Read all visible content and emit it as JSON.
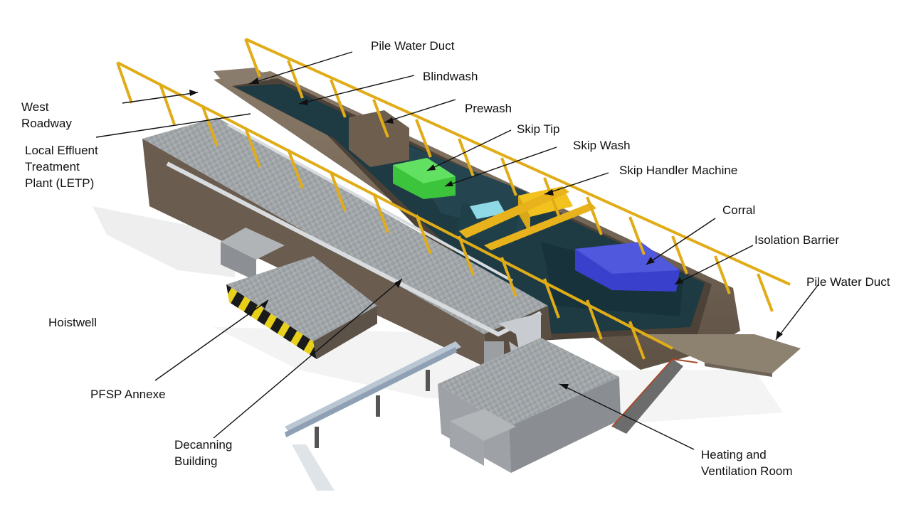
{
  "labels": {
    "pile_water_duct_top": "Pile Water Duct",
    "blindwash": "Blindwash",
    "prewash": "Prewash",
    "skip_tip": "Skip Tip",
    "skip_wash": "Skip Wash",
    "skip_handler_machine": "Skip Handler Machine",
    "corral": "Corral",
    "isolation_barrier": "Isolation Barrier",
    "pile_water_duct_right": "Pile Water Duct",
    "west_roadway": "West\nRoadway",
    "letp": "Local Effluent\nTreatment\nPlant (LETP)",
    "hoistwell": "Hoistwell",
    "pfsp_annexe": "PFSP Annexe",
    "decanning_building": "Decanning\nBuilding",
    "heating_ventilation_room": "Heating and\nVentilation Room"
  },
  "colors": {
    "gantry": "#e8b21c",
    "water": "#16363f",
    "concrete": "#8c7c6a",
    "roof": "#a9adb0",
    "skip_green": "#39c43a",
    "skip_handler": "#f0c020",
    "corral_blue": "#3840c8"
  }
}
